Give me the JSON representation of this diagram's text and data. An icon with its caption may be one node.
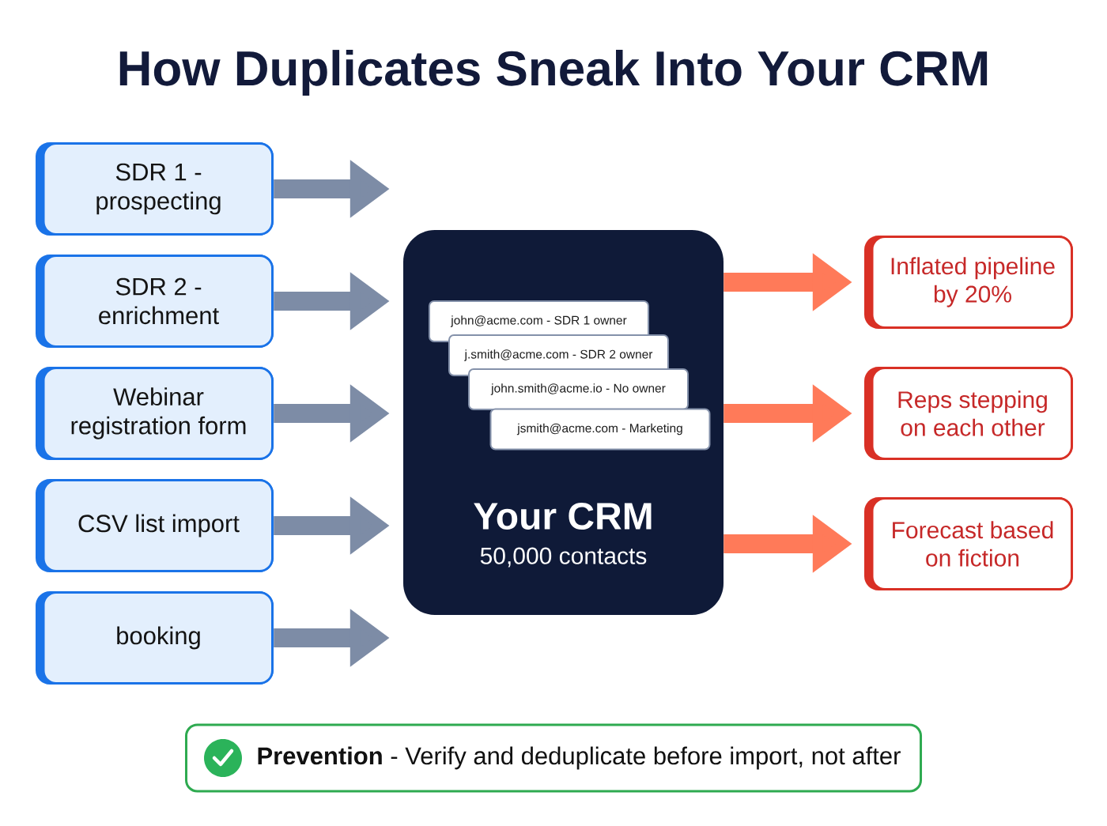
{
  "diagram": {
    "title": "How Duplicates Sneak Into Your CRM",
    "nodes": [
      {
        "text": [
          "SDR 1 - prospecting"
        ]
      },
      {
        "text": [
          "SDR 2 - enrichment"
        ]
      },
      {
        "text": [
          "Webinar registration form"
        ]
      },
      {
        "text": [
          "CSV list import"
        ]
      },
      {
        "text": [
          "booking"
        ]
      },
      {
        "text": [
          "Your CRM",
          "50,000 contacts"
        ]
      },
      {
        "text": [
          "john@acme.com - SDR 1 owner"
        ],
        "in": 5
      },
      {
        "text": [
          "j.smith@acme.com - SDR 2 owner"
        ],
        "in": 5
      },
      {
        "text": [
          "john.smith@acme.io - No owner"
        ],
        "in": 5
      },
      {
        "text": [
          "jsmith@acme.com - Marketing"
        ],
        "in": 5
      },
      {
        "text": [
          "Inflated pipeline by 20%"
        ]
      },
      {
        "text": [
          "Reps stepping on each other"
        ]
      },
      {
        "text": [
          "Forecast based on fiction"
        ]
      },
      {
        "text": [
          "**Prevention** - Verify and deduplicate before import, not after"
        ]
      }
    ],
    "edges": [
      {
        "from": 0,
        "to": 5,
        "arrow": "to"
      },
      {
        "from": 1,
        "to": 5,
        "arrow": "to"
      },
      {
        "from": 2,
        "to": 5,
        "arrow": "to"
      },
      {
        "from": 3,
        "to": 5,
        "arrow": "to"
      },
      {
        "from": 4,
        "to": 5,
        "arrow": "to"
      },
      {
        "from": 5,
        "to": 10,
        "arrow": "to",
        "color": "#ff7a59"
      },
      {
        "from": 5,
        "to": 11,
        "arrow": "to",
        "color": "#ff7a59"
      },
      {
        "from": 5,
        "to": 12,
        "arrow": "to",
        "color": "#ff7a59"
      }
    ]
  }
}
